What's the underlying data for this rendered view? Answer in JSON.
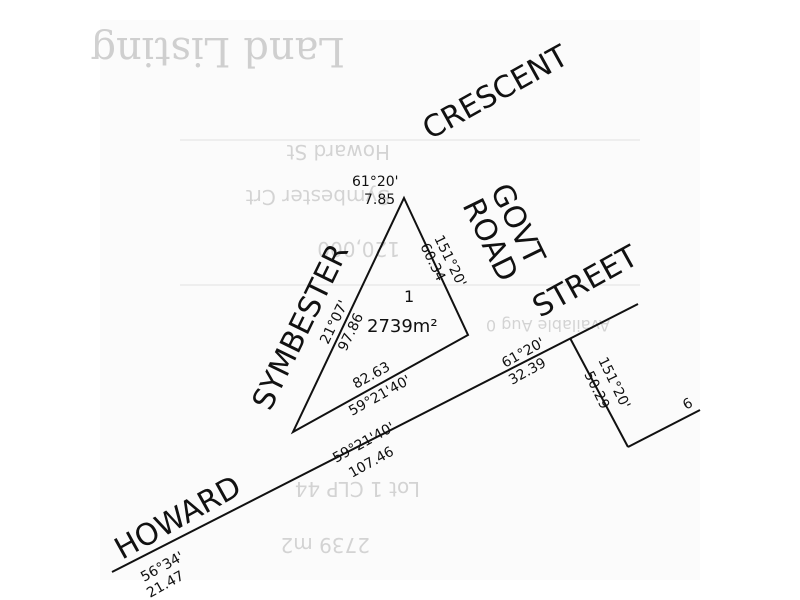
{
  "background_text": {
    "header": "Land Listing",
    "ghost_lines": [
      "Howard St",
      "Symbester Crt",
      "120,000",
      "Available Aug 0",
      "Lot 1 CLP 44",
      "2739 m2"
    ]
  },
  "streets": {
    "crescent": "CRESCENT",
    "govt": "GOVT",
    "road": "ROAD",
    "symbester": "SYMBESTER",
    "street": "STREET",
    "howard": "HOWARD"
  },
  "lot": {
    "number": "1",
    "area": "2739m²"
  },
  "dimensions": {
    "top_bearing": "61°20'",
    "top_length": "7.85",
    "right_bearing": "151°20'",
    "right_length": "60.34",
    "left_bearing": "21°07'",
    "left_length": "97.86",
    "bottom_length": "82.63",
    "bottom_bearing": "59°21'40'",
    "howard_bearing": "59°21'40'",
    "howard_length": "107.46",
    "street_bearing": "61°20'",
    "street_length": "32.39",
    "lot2_bearing": "151°20'",
    "lot2_length": "50.29",
    "sw_bearing": "56°34'",
    "sw_length": "21.47",
    "edge_fragment": "6"
  }
}
